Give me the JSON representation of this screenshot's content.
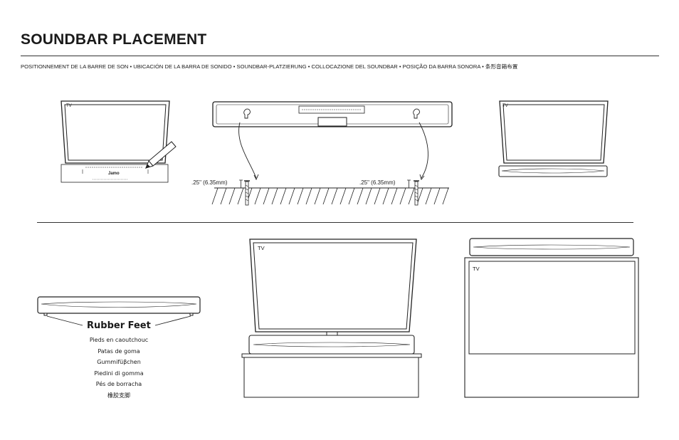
{
  "header": {
    "title": "SOUNDBAR PLACEMENT",
    "subtitle": "POSITIONNEMENT DE LA BARRE DE SON •  UBICACIÓN DE LA BARRA DE SONIDO • SOUNDBAR-PLATZIERUNG • COLLOCAZIONE DEL SOUNDBAR • POSIÇÃO DA BARRA SONORA • 条形音箱布置"
  },
  "wall_mount": {
    "left_depth": ".25\" (6.35mm)",
    "right_depth": ".25\" (6.35mm)"
  },
  "template": {
    "brand": "Jamo"
  },
  "tv_label": "TV",
  "rubber_feet": {
    "title": "Rubber Feet",
    "translations": [
      "Pieds en caoutchouc",
      "Patas de goma",
      "Gummifüβchen",
      "Piedini di gomma",
      "Pés de borracha",
      "橡胶支脚"
    ]
  }
}
